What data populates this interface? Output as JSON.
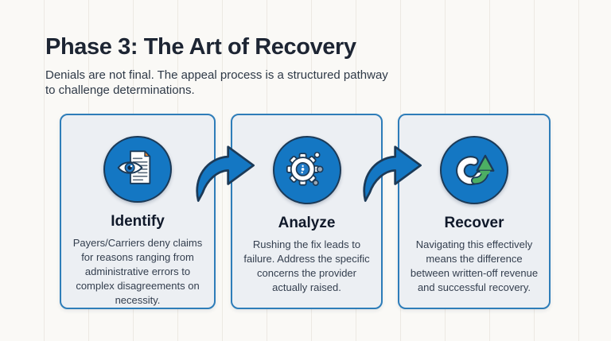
{
  "header": {
    "title": "Phase 3: The Art of Recovery",
    "subtitle": "Denials are not final. The appeal process is a structured pathway\nto challenge determinations."
  },
  "cards": [
    {
      "title": "Identify",
      "icon": "document-eye-icon",
      "body": "Payers/Carriers deny claims for reasons ranging from administrative errors to complex disagreements on necessity."
    },
    {
      "title": "Analyze",
      "icon": "gear-network-icon",
      "body": "Rushing the fix leads to failure. Address the specific concerns the provider actually raised."
    },
    {
      "title": "Recover",
      "icon": "circular-arrow-recovery-icon",
      "body": "Navigating this effectively means the difference between written-off revenue and successful recovery."
    }
  ],
  "connectors": [
    "curved-right-arrow",
    "curved-right-arrow"
  ],
  "colors": {
    "accent_blue": "#1477c3",
    "outline_navy": "#1c3a57",
    "card_border_blue": "#2e7db9",
    "card_fill": "#eceff3",
    "success_green": "#4caf63",
    "fold_orange": "#e8822d",
    "background": "#faf9f6",
    "title_text": "#1d2533",
    "body_text": "#333e4e"
  }
}
